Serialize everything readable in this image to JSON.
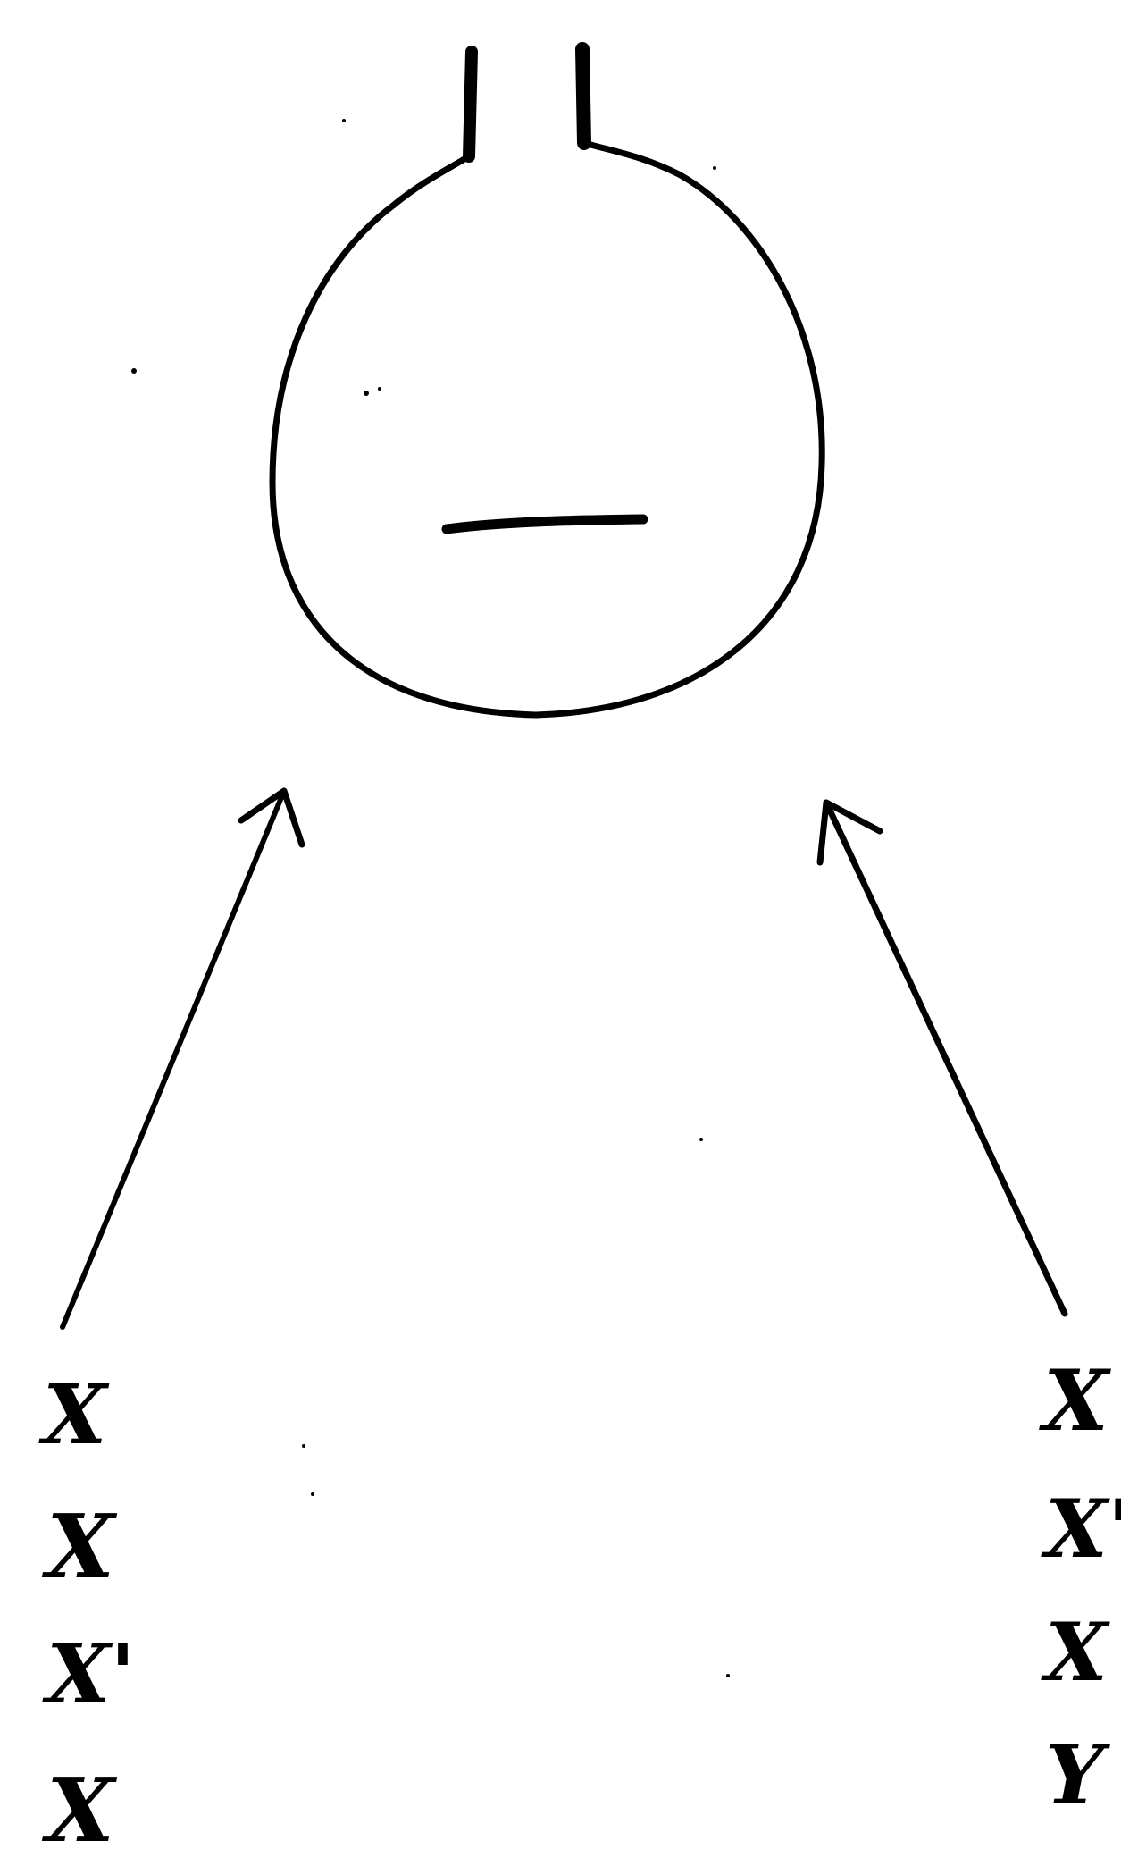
{
  "diagram": {
    "left_column_labels": [
      "X",
      "X",
      "X'",
      "X"
    ],
    "right_column_labels": [
      "X",
      "X'",
      "X",
      "Y"
    ],
    "ink_color": "#000000",
    "background_color": "#ffffff",
    "center_symbol": "minus-sign"
  }
}
